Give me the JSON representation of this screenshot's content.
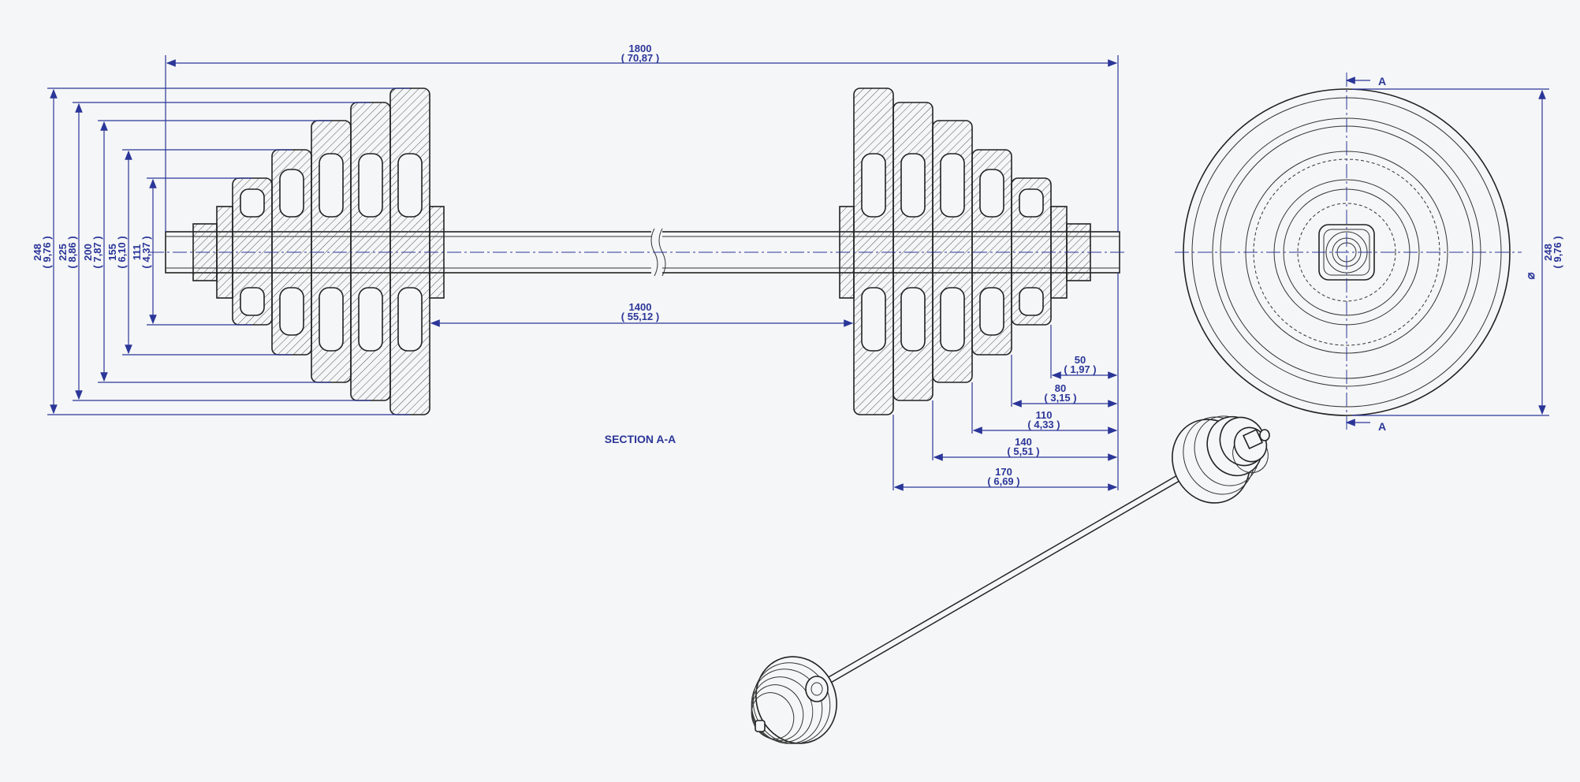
{
  "section_label": "SECTION A-A",
  "section_marker": "A",
  "diameter_symbol": "⌀",
  "dimensions": {
    "overall_length": {
      "mm": "1800",
      "in": "( 70,87 )"
    },
    "inner_length": {
      "mm": "1400",
      "in": "( 55,12 )"
    },
    "plate_heights": [
      {
        "mm": "248",
        "in": "( 9,76 )"
      },
      {
        "mm": "225",
        "in": "( 8,86 )"
      },
      {
        "mm": "200",
        "in": "( 7,87 )"
      },
      {
        "mm": "155",
        "in": "( 6,10 )"
      },
      {
        "mm": "111",
        "in": "( 4,37 )"
      }
    ],
    "stack_widths": [
      {
        "mm": "50",
        "in": "( 1,97 )"
      },
      {
        "mm": "80",
        "in": "( 3,15 )"
      },
      {
        "mm": "110",
        "in": "( 4,33 )"
      },
      {
        "mm": "140",
        "in": "( 5,51 )"
      },
      {
        "mm": "170",
        "in": "( 6,69 )"
      }
    ],
    "side_diameter": {
      "mm": "248",
      "in": "( 9,76 )"
    }
  },
  "colors": {
    "dimension": "#2b3699",
    "line": "#222222",
    "background": "#f5f6f7"
  }
}
